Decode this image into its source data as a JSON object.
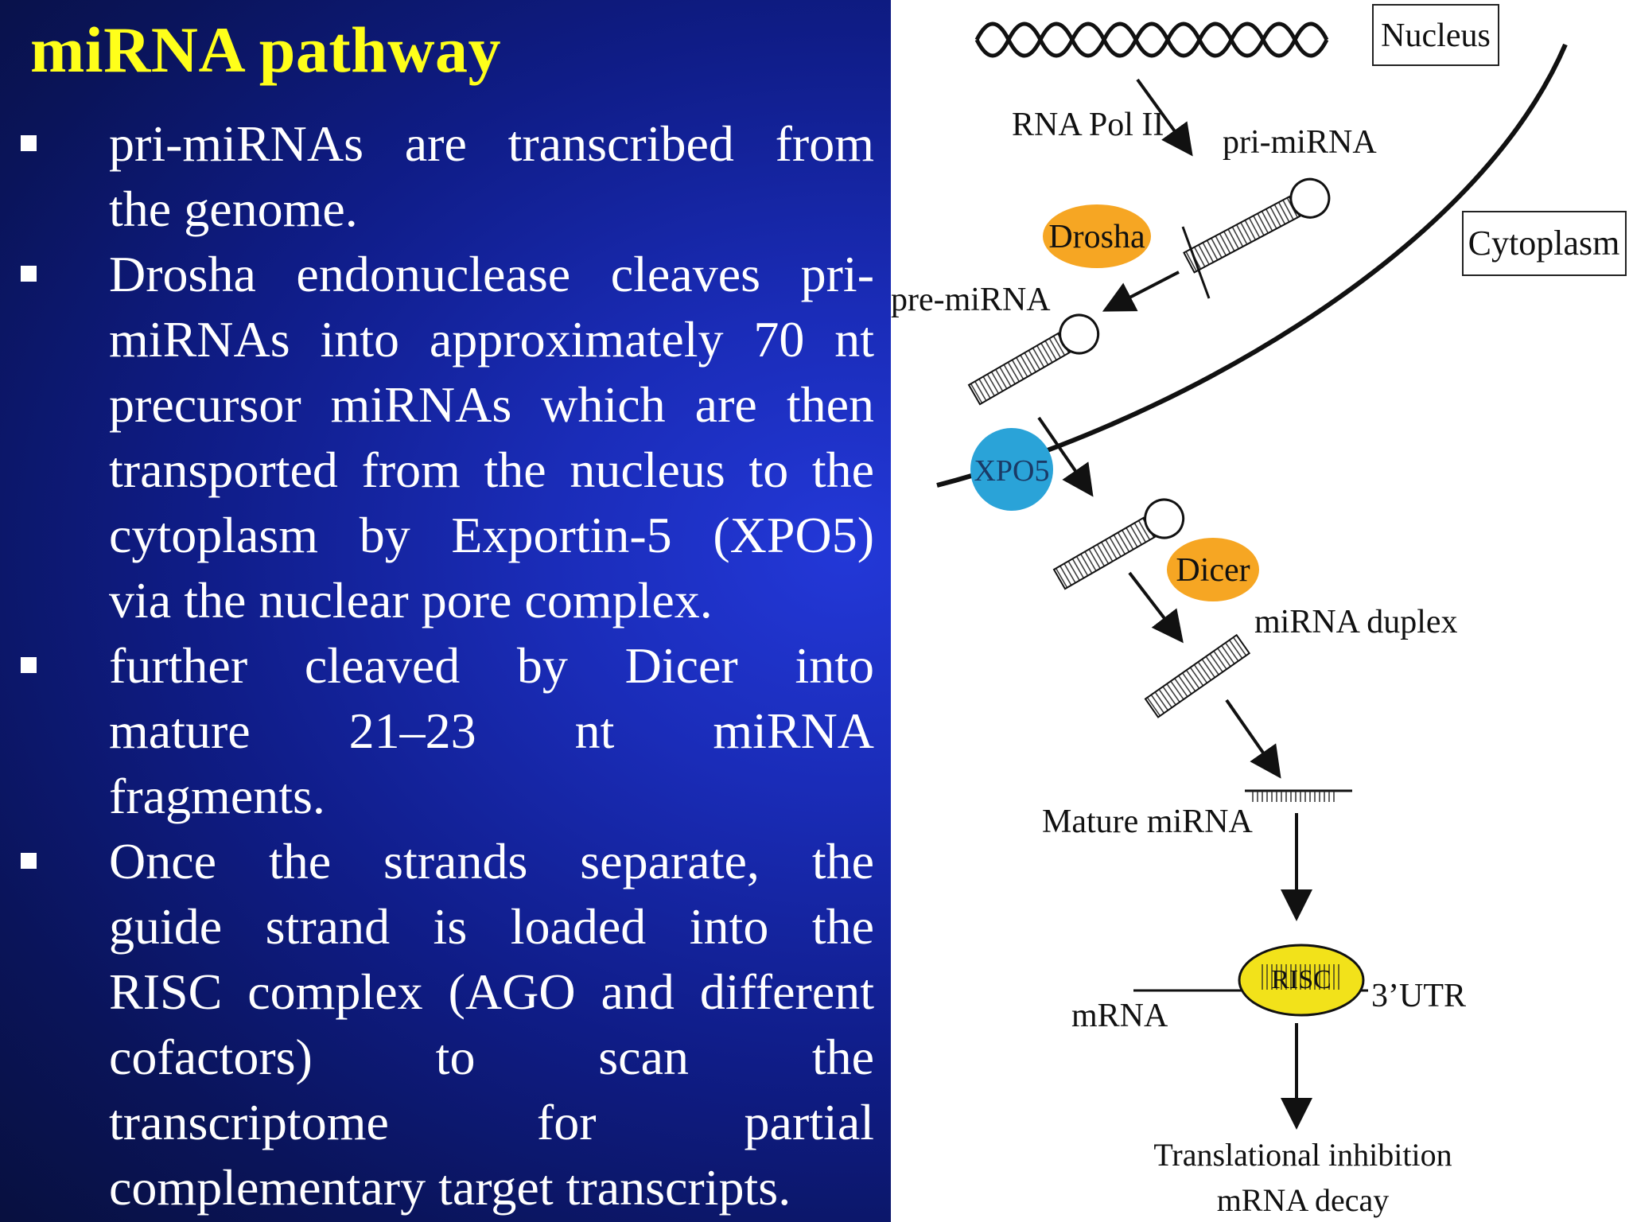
{
  "slide": {
    "title": "miRNA pathway",
    "bullets": [
      {
        "lines": [
          "pri-miRNAs are transcribed from",
          "the genome."
        ]
      },
      {
        "lines": [
          "Drosha endonuclease cleaves pri-",
          "miRNAs into approximately 70 nt",
          "precursor miRNAs  which are then",
          "transported from the nucleus to the",
          "cytoplasm by Exportin-5 (XPO5)",
          "via the nuclear pore complex."
        ]
      },
      {
        "lines": [
          "further cleaved by Dicer into",
          "mature 21–23 nt miRNA",
          "fragments."
        ]
      },
      {
        "lines": [
          "Once the strands separate, the",
          "guide strand is loaded into the",
          "RISC complex (AGO and different",
          "cofactors) to scan the",
          "transcriptome for partial",
          "complementary target transcripts."
        ]
      }
    ]
  },
  "diagram": {
    "labels": {
      "nucleus": "Nucleus",
      "cytoplasm": "Cytoplasm",
      "rna_pol": "RNA Pol II",
      "pri_mirna": "pri-miRNA",
      "drosha": "Drosha",
      "pre_mirna": "pre-miRNA",
      "xpo5": "XPO5",
      "dicer": "Dicer",
      "mirna_duplex": "miRNA duplex",
      "mature_mirna": "Mature miRNA",
      "risc": "RISC",
      "utr": "3’UTR",
      "mrna": "mRNA",
      "outcome_1": "Translational inhibition",
      "outcome_2": "mRNA decay"
    },
    "colors": {
      "drosha": "#f6a623",
      "dicer": "#f6a623",
      "xpo5": "#2aa3d8",
      "risc": "#f2e21a"
    }
  }
}
